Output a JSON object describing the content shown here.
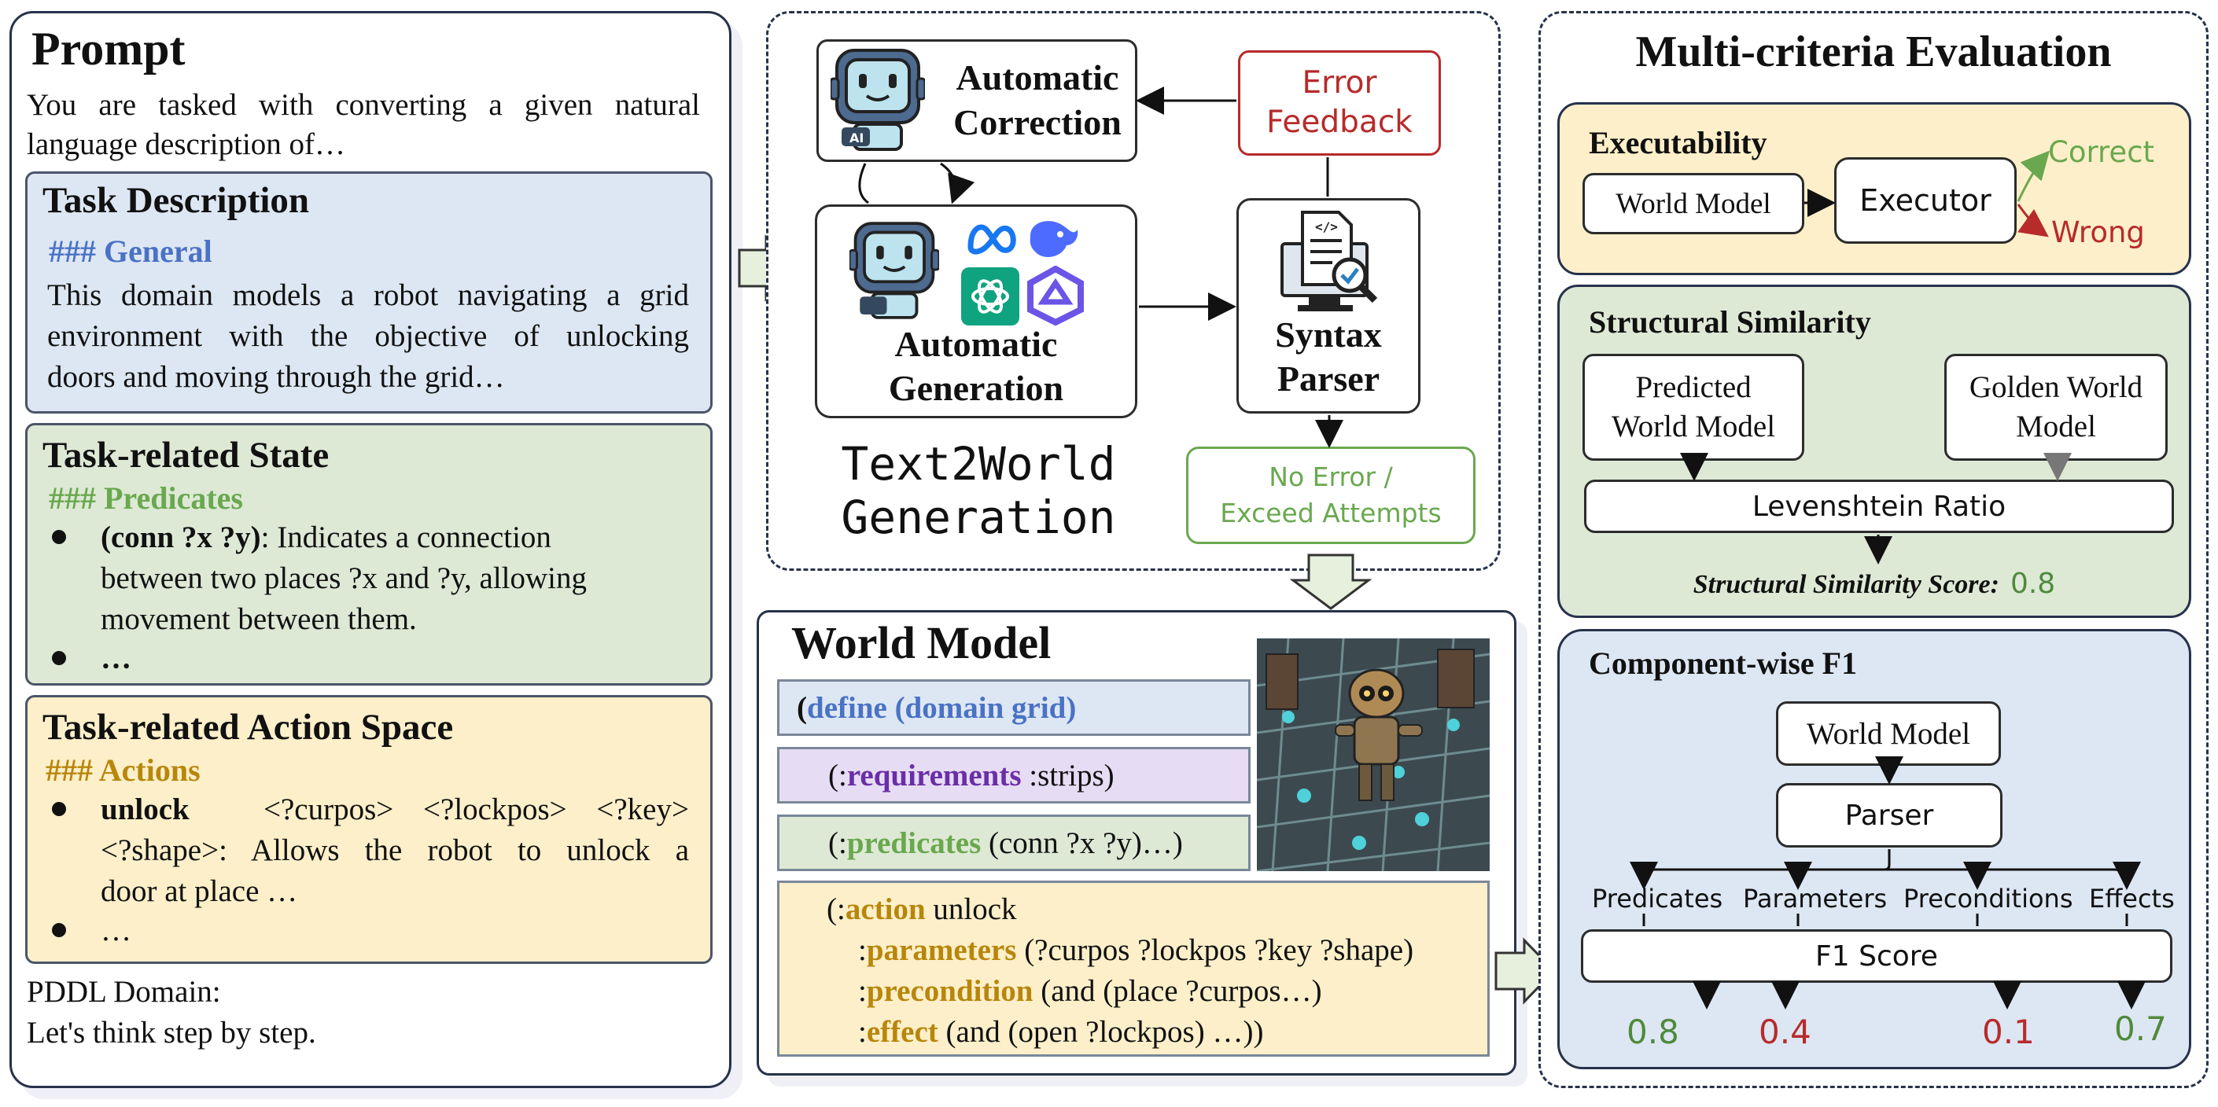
{
  "colors": {
    "frame": "#27324a",
    "blue_section": "#dde7f3",
    "green_section": "#dde9d5",
    "yellow_section": "#fcefc9",
    "keyword_blue": "#4a72c4",
    "keyword_green": "#6aa84f",
    "keyword_gold": "#b8860b",
    "keyword_purple": "#6a2ea8",
    "error_red": "#b72b2b",
    "correct_green": "#6aa84f",
    "score_green": "#4f8a3b",
    "score_red": "#b72b2b"
  },
  "prompt": {
    "title": "Prompt",
    "intro_line1": "You are tasked with converting a given natural",
    "intro_line2": "language description of…",
    "task_description": {
      "title": "Task Description",
      "subheader": "### General",
      "line1": "This domain models a robot navigating a grid",
      "line2": "environment with the objective of unlocking",
      "line3": "doors and moving through the grid…"
    },
    "task_state": {
      "title": "Task-related State",
      "subheader": "### Predicates",
      "bullet1_term": "(conn ?x ?y)",
      "bullet1_line1": ": Indicates a connection",
      "bullet1_line2": "between two places ?x and ?y, allowing",
      "bullet1_line3": "movement between them.",
      "bullet2": "…"
    },
    "task_action": {
      "title": "Task-related Action Space",
      "subheader": "### Actions",
      "bullet1_term": "unlock",
      "bullet1_args": "<?curpos> <?lockpos> <?key>",
      "bullet1_line2": "<?shape>: Allows the robot to unlock a",
      "bullet1_line3": "door at place …",
      "bullet2": "…"
    },
    "footer_line1": "PDDL Domain:",
    "footer_line2": "Let's think step by step."
  },
  "generation": {
    "auto_correction": "Automatic Correction",
    "auto_correction_line1": "Automatic",
    "auto_correction_line2": "Correction",
    "error_feedback_line1": "Error",
    "error_feedback_line2": "Feedback",
    "auto_generation_line1": "Automatic",
    "auto_generation_line2": "Generation",
    "syntax_parser_line1": "Syntax",
    "syntax_parser_line2": "Parser",
    "no_error_line1": "No Error /",
    "no_error_line2": "Exceed Attempts",
    "caption_line1": "Text2World",
    "caption_line2": "Generation",
    "ai_badge": "AI"
  },
  "world_model": {
    "title": "World Model",
    "define_paren": "(",
    "define_kw": "define (domain grid)",
    "requirements_prefix": "(:",
    "requirements_kw": "requirements",
    "requirements_rest": " :strips)",
    "predicates_prefix": "(:",
    "predicates_kw": "predicates",
    "predicates_rest": " (conn ?x ?y)…)",
    "action_prefix": "(:",
    "action_kw": "action",
    "action_rest": " unlock",
    "parameters_kw": "parameters",
    "parameters_rest": " (?curpos ?lockpos ?key ?shape)",
    "precondition_kw": "precondition",
    "precondition_rest": " (and (place ?curpos…)",
    "effect_kw": "effect",
    "effect_rest": " (and (open ?lockpos) …))",
    "colon": ":"
  },
  "evaluation": {
    "title": "Multi-criteria Evaluation",
    "executability": {
      "title": "Executability",
      "world_model": "World Model",
      "executor": "Executor",
      "correct": "Correct",
      "wrong": "Wrong"
    },
    "structural": {
      "title": "Structural Similarity",
      "predicated_line1": "Predicted",
      "predicated_line2": "World Model",
      "golden_line1": "Golden World",
      "golden_line2": "Model",
      "levenshtein": "Levenshtein Ratio",
      "score_label": "Structural Similarity Score:",
      "score_value": "0.8"
    },
    "component_f1": {
      "title": "Component-wise F1",
      "world_model": "World Model",
      "parser": "Parser",
      "predicates": "Predicates",
      "parameters": "Parameters",
      "preconditions": "Preconditions",
      "effects": "Effects",
      "f1_score": "F1 Score",
      "scores": [
        "0.8",
        "0.4",
        "0.1",
        "0.7"
      ]
    }
  }
}
